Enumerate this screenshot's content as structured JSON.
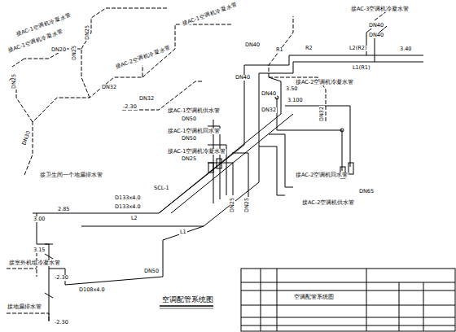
{
  "diagram": {
    "title": "空调配管系统图",
    "labels": [
      "接AC-3空调机冷凝水管",
      "DN40",
      "DN40",
      "3.40",
      "L2(R2)",
      "L1(R1)",
      "R2",
      "R1",
      "DN40",
      "接AC-1空调机冷凝水管",
      "接AC-1空调机冷凝水管",
      "接AC-1空调机冷凝水管",
      "DN20",
      "DN25",
      "DN25",
      "DN25",
      "DN32",
      "接AC-2空调机冷凝水管",
      "DN32",
      "-2.30",
      "DN30",
      "接卫生间一个地漏排水管",
      "DN40",
      "DN40",
      "DN32",
      "3.50",
      "3.100",
      "接AC-2空调机冷凝水管",
      "DN32",
      "接AC-1空调机供水管",
      "DN50",
      "接AC-1空调机回水管",
      "DN50",
      "接AC-1空调机冷凝水管",
      "DN25",
      "接AC-2空调机回水管",
      "接AC-2空调机供水管",
      "DN65",
      "DN25",
      "DN25",
      "SCL-1",
      "D133x4.0",
      "D133x4.0",
      "3.00",
      "2.85",
      "L2",
      "L1",
      "接室外机组冷凝水管",
      "3.15",
      "-2.30",
      "D108x4.0",
      "DN50",
      "-2.30",
      "接地漏排水管",
      "空调配管系统图"
    ]
  }
}
